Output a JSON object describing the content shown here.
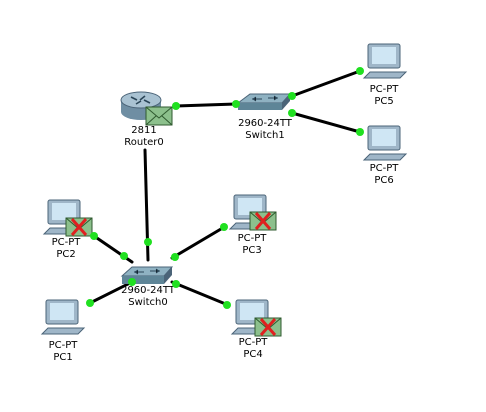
{
  "colors": {
    "link": "#000000",
    "port_up": "#20e020",
    "pc_body": "#9fb6c8",
    "pc_screen": "#cfe6f4",
    "pc_outline": "#4b6478",
    "switch_top": "#8fb2c2",
    "switch_side": "#5e8597",
    "router_top": "#a9c2d2",
    "router_side": "#6f8ea3",
    "pdu_ok": "#8cc08c",
    "pdu_fail_x": "#e02020"
  },
  "devices": {
    "router0": {
      "model": "2811",
      "name": "Router0",
      "icon": "router-icon"
    },
    "switch1": {
      "model": "2960-24TT",
      "name": "Switch1",
      "icon": "switch-icon"
    },
    "switch0": {
      "model": "2960-24TT",
      "name": "Switch0",
      "icon": "switch-icon"
    },
    "pc1": {
      "model": "PC-PT",
      "name": "PC1",
      "icon": "pc-icon"
    },
    "pc2": {
      "model": "PC-PT",
      "name": "PC2",
      "icon": "pc-icon"
    },
    "pc3": {
      "model": "PC-PT",
      "name": "PC3",
      "icon": "pc-icon"
    },
    "pc4": {
      "model": "PC-PT",
      "name": "PC4",
      "icon": "pc-icon"
    },
    "pc5": {
      "model": "PC-PT",
      "name": "PC5",
      "icon": "pc-icon"
    },
    "pc6": {
      "model": "PC-PT",
      "name": "PC6",
      "icon": "pc-icon"
    }
  },
  "pdus": {
    "router0": {
      "status": "ok",
      "icon": "envelope-icon"
    },
    "pc2": {
      "status": "failed",
      "icon": "envelope-failed-icon"
    },
    "pc3": {
      "status": "failed",
      "icon": "envelope-failed-icon"
    },
    "pc4": {
      "status": "failed",
      "icon": "envelope-failed-icon"
    }
  }
}
